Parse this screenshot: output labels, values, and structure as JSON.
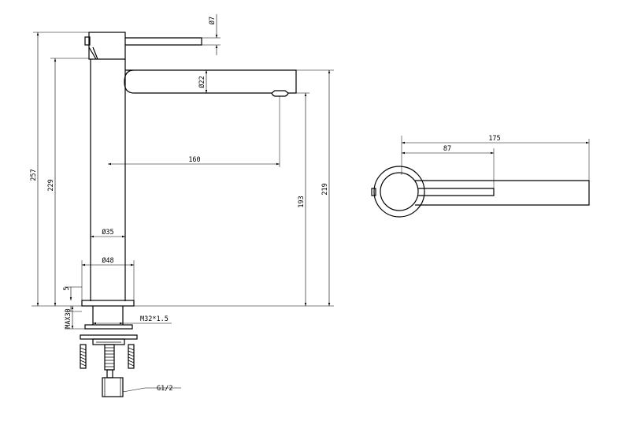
{
  "dimensions": {
    "overall_height": "257",
    "spout_height_top": "229",
    "spout_clearance": "193",
    "spout_top": "219",
    "lever_diameter": "Ø7",
    "spout_diameter": "Ø22",
    "spout_reach": "160",
    "body_diameter": "Ø35",
    "base_diameter": "Ø48",
    "base_thickness": "5",
    "max_deck": "MAX30",
    "thread": "M32*1.5",
    "inlet": "G1/2",
    "plan_total": "175",
    "plan_lever": "87"
  }
}
